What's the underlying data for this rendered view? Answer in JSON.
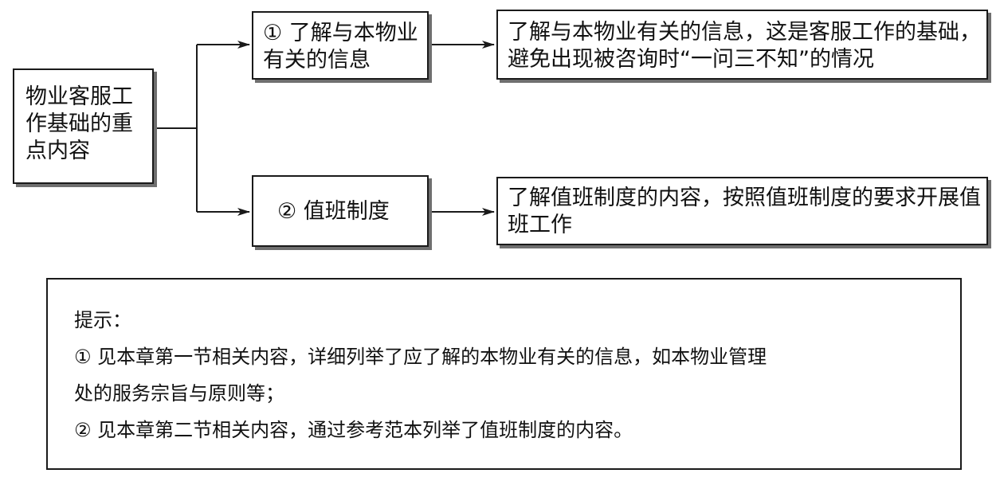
{
  "root": {
    "text": "物业客服工作基础的重点内容"
  },
  "branches": [
    {
      "topic": "① 了解与本物业有关的信息",
      "detail": "了解与本物业有关的信息，这是客服工作的基础，避免出现被咨询时“一问三不知”的情况"
    },
    {
      "topic": "② 值班制度",
      "detail": "了解值班制度的内容，按照值班制度的要求开展值班工作"
    }
  ],
  "note": {
    "heading": "提示：",
    "lines": [
      "① 见本章第一节相关内容，详细列举了应了解的本物业有关的信息，如本物业管理",
      "处的服务宗旨与原则等；",
      "② 见本章第二节相关内容，通过参考范本列举了值班制度的内容。"
    ]
  }
}
